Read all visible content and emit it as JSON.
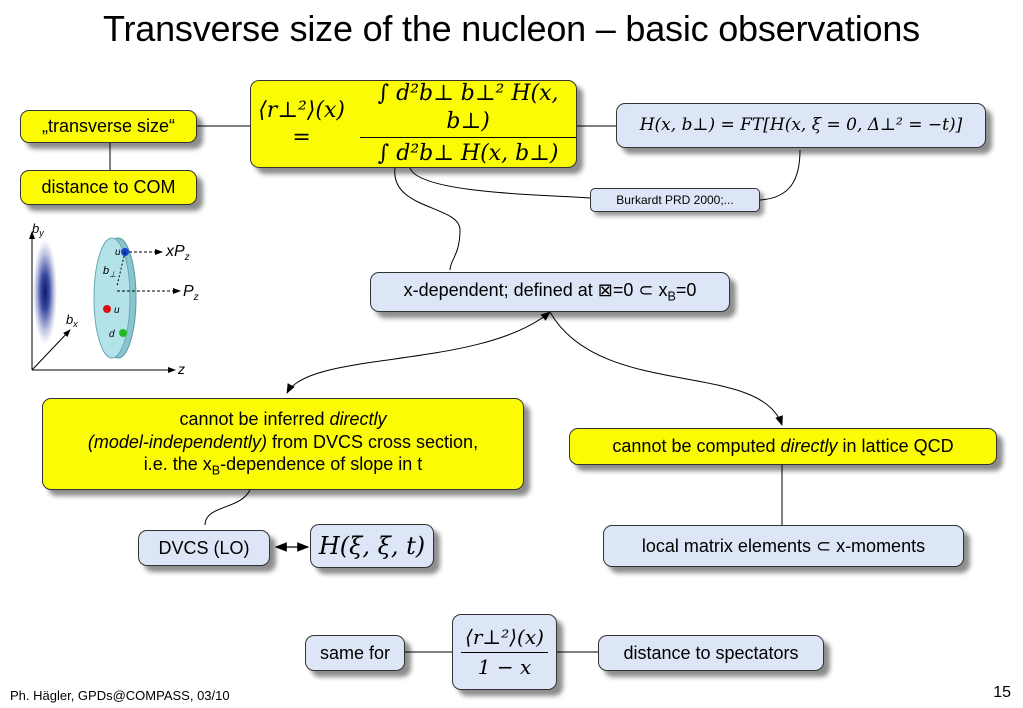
{
  "title": "Transverse size of the nucleon – basic observations",
  "boxes": {
    "transverse_size": "„transverse size“",
    "distance_com": "distance to COM",
    "rperp_formula": {
      "lhs": "⟨r⊥²⟩(x) =",
      "numerator": "∫ d²b⊥ b⊥² H(x, b⊥)",
      "denominator": "∫ d²b⊥ H(x, b⊥)"
    },
    "ft_formula": "H(x, b⊥) = FT[H(x, ξ = 0, Δ⊥² = −t)]",
    "burkardt": "Burkardt PRD 2000;...",
    "x_dependent": {
      "text": "x-dependent; defined at ",
      "glyph1": "⊠",
      "text2": "=0 ",
      "glyph2": "⊂",
      "text3": " x",
      "sub": "B",
      "text4": "=0"
    },
    "cannot_inferred": {
      "line1_a": "cannot be inferred ",
      "line1_b": "directly",
      "line2_a": "(model-independently)",
      "line2_b": " from DVCS cross section,",
      "line3_a": "i.e. the x",
      "line3_sub": "B",
      "line3_b": "-dependence of slope in t"
    },
    "cannot_computed": {
      "a": "cannot be computed ",
      "b": "directly",
      "c": " in lattice QCD"
    },
    "dvcs_lo": "DVCS (LO)",
    "h_xi": "H(ξ, ξ, t)",
    "local_matrix": {
      "a": "local matrix elements ",
      "glyph": "⊂",
      "b": " x-moments"
    },
    "same_for": "same for",
    "ratio": {
      "numerator": "⟨r⊥²⟩(x)",
      "denominator": "1 − x"
    },
    "distance_spectators": "distance to spectators"
  },
  "diagram": {
    "by": "b",
    "by_sub": "y",
    "bx": "b",
    "bx_sub": "x",
    "z": "z",
    "xPz": "xP",
    "xPz_sub": "z",
    "Pz": "P",
    "Pz_sub": "z",
    "b_perp": "b",
    "b_perp_sub": "⊥",
    "u1": "u",
    "u2": "u",
    "d": "d"
  },
  "footer": {
    "left": "Ph. Hägler, GPDs@COMPASS, 03/10",
    "page": "15"
  },
  "colors": {
    "yellow": "#fbfb05",
    "blue": "#dde6f6"
  }
}
